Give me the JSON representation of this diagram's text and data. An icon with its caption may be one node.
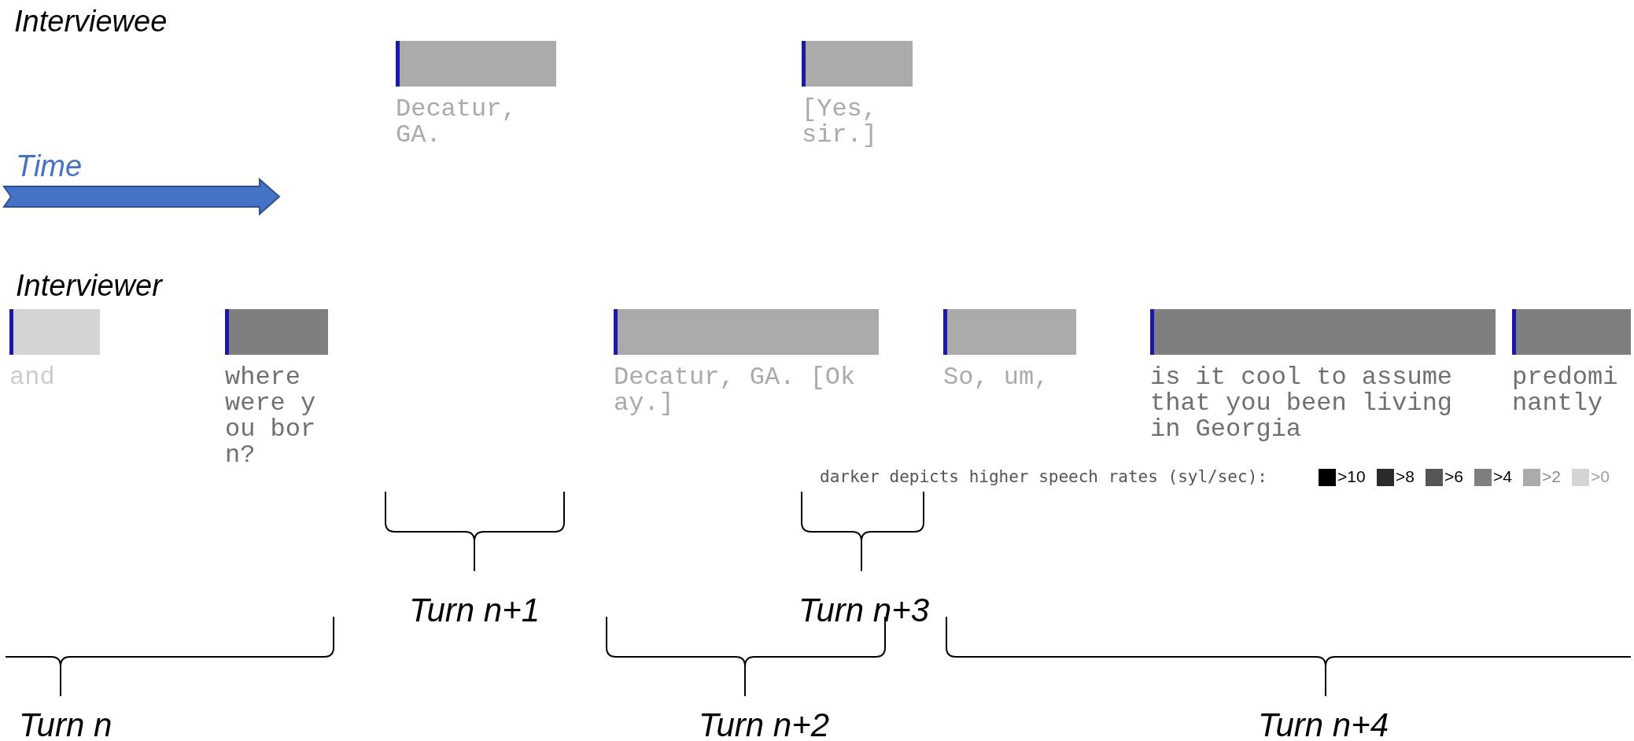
{
  "diagram": {
    "nodes": [
      {
        "text": [
          "Decatur, GA."
        ]
      },
      {
        "text": [
          "[Yes, sir.]"
        ]
      },
      {
        "text": [
          "and"
        ]
      },
      {
        "text": [
          "where were you born?"
        ]
      },
      {
        "text": [
          "Decatur, GA. [Okay.]"
        ]
      },
      {
        "text": [
          "So, um,"
        ]
      },
      {
        "text": [
          "is it cool to assume that you been living in Georgia"
        ]
      },
      {
        "text": [
          "predominantly"
        ]
      }
    ],
    "labels": [
      "Interviewee",
      "Time",
      "Interviewer",
      "darker depicts higher speech rates (syl/sec):",
      "Turn n+1",
      "Turn n+3",
      "Turn n",
      "Turn n+2",
      "Turn n+4"
    ],
    "legend": [
      {
        "text": ">10",
        "color": "#000000"
      },
      {
        "text": ">8",
        "color": "#2b2b2b"
      },
      {
        "text": ">6",
        "color": "#555555"
      },
      {
        "text": ">4",
        "color": "#7f7f7f"
      },
      {
        "text": ">2",
        "color": "#aaaaaa"
      },
      {
        "text": ">0",
        "color": "#d4d4d4"
      }
    ]
  }
}
